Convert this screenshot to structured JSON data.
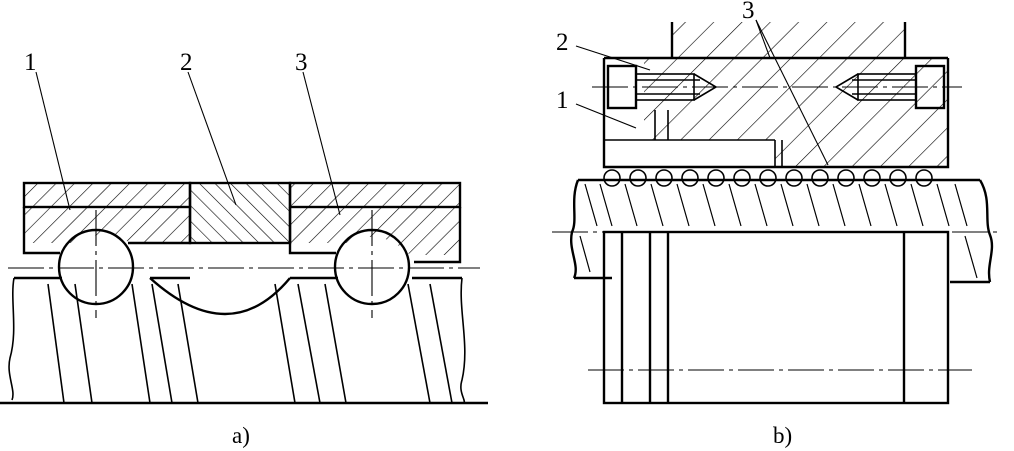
{
  "figure_a": {
    "caption": "a)",
    "callouts": [
      "1",
      "2",
      "3"
    ]
  },
  "figure_b": {
    "caption": "b)",
    "callouts": [
      "2",
      "3",
      "1"
    ]
  },
  "colors": {
    "line": "#000000",
    "background": "#ffffff"
  }
}
